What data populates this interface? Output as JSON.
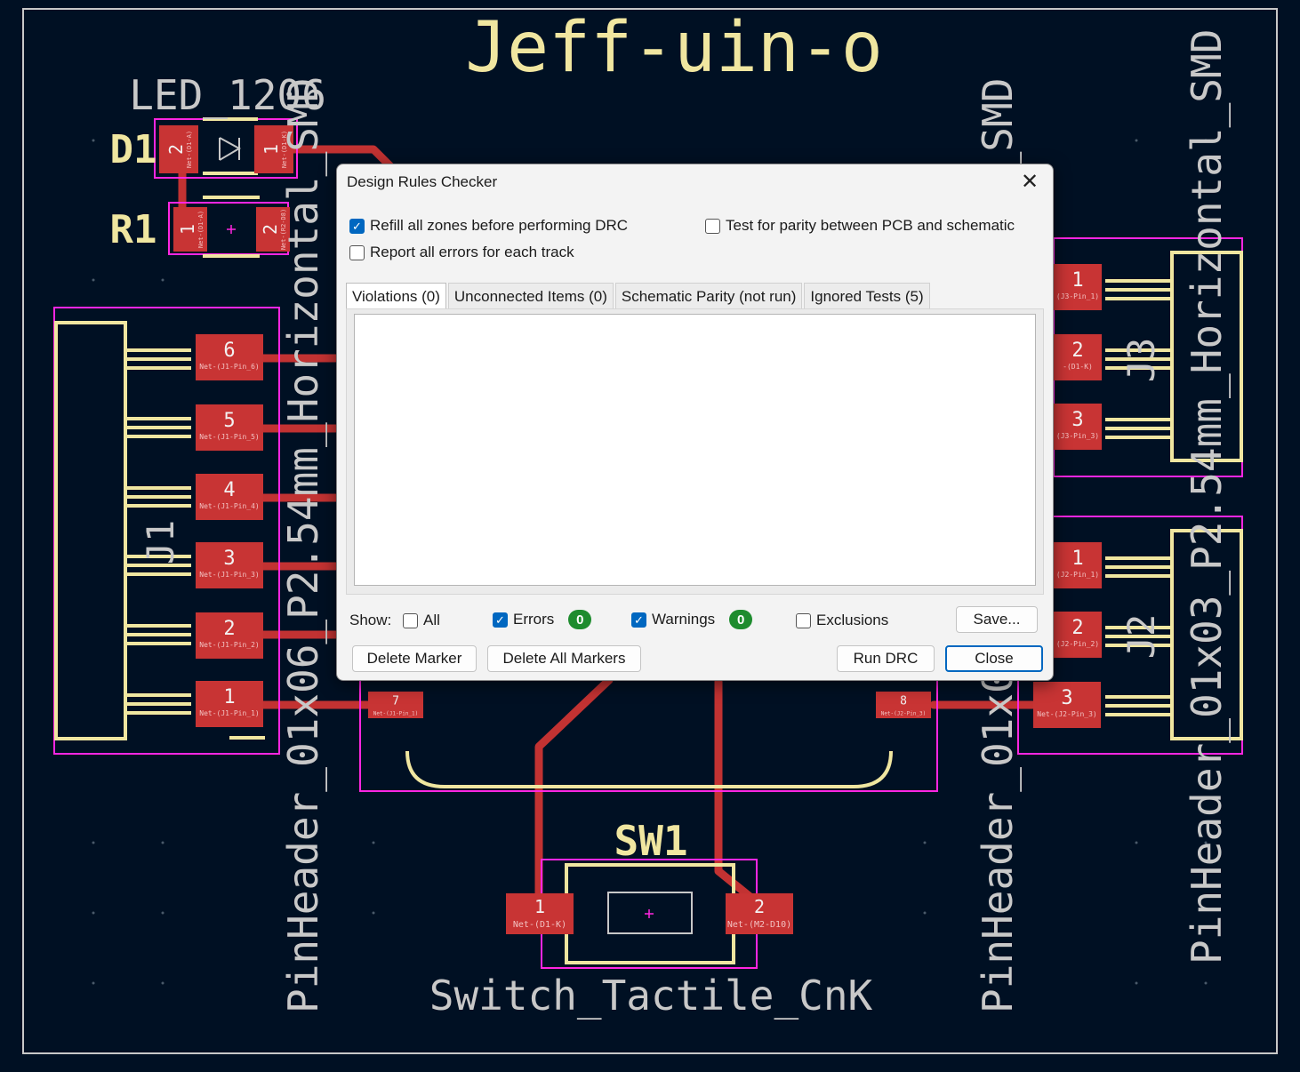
{
  "board": {
    "title": "Jeff-uin-o",
    "refs": {
      "d1": "D1",
      "r1": "R1",
      "j1": "J1",
      "j2": "J2",
      "j3": "J3",
      "sw1": "SW1"
    },
    "footprints": {
      "led": "LED_1206",
      "sw": "Switch_Tactile_CnK",
      "j1": "PinHeader_01x06_P2.54mm_Horizontal_SMD",
      "j2": "PinHeader_01x03_P2.54mm_Horizontal_SMD",
      "j3": "PinHeader_01x03_P2.54mm_Horizontal_SMD"
    },
    "pads": {
      "d1_1": "1",
      "d1_2": "2",
      "r1_1": "1",
      "r1_2": "2",
      "j1": [
        "6",
        "5",
        "4",
        "3",
        "2",
        "1"
      ],
      "j3": [
        "1",
        "2",
        "3"
      ],
      "j2": [
        "1",
        "2",
        "3"
      ],
      "sw_1": "1",
      "sw_2": "2",
      "p7": "7",
      "p8": "8"
    },
    "nets": {
      "d1_2": "Net-(D1-A)",
      "d1_1": "Net-(D1-K)",
      "r1_1": "Net-(D1-A)",
      "r1_2": "Net-(R2-D8)",
      "j1": [
        "Net-(J1-Pin_6)",
        "Net-(J1-Pin_5)",
        "Net-(J1-Pin_4)",
        "Net-(J1-Pin_3)",
        "Net-(J1-Pin_2)",
        "Net-(J1-Pin_1)"
      ],
      "j3": [
        "(J3-Pin_1)",
        "-(D1-K)",
        "(J3-Pin_3)"
      ],
      "j2": [
        "(J2-Pin_1)",
        "(J2-Pin_2)",
        "Net-(J2-Pin_3)"
      ],
      "sw_1": "Net-(D1-K)",
      "sw_2": "Net-(M2-D10)",
      "p7": "Net-(J1-Pin_1)",
      "p8": "Net-(J2-Pin_3)"
    }
  },
  "dialog": {
    "title": "Design Rules Checker",
    "close_glyph": "✕",
    "options": {
      "refill": "Refill all zones before performing DRC",
      "refill_checked": true,
      "report_all": "Report all errors for each track",
      "report_all_checked": false,
      "parity": "Test for parity between PCB and schematic",
      "parity_checked": false
    },
    "tabs": [
      {
        "label": "Violations (0)",
        "active": true
      },
      {
        "label": "Unconnected Items (0)",
        "active": false
      },
      {
        "label": "Schematic Parity (not run)",
        "active": false
      },
      {
        "label": "Ignored Tests (5)",
        "active": false
      }
    ],
    "show": {
      "label": "Show:",
      "all": "All",
      "all_checked": false,
      "errors": "Errors",
      "errors_checked": true,
      "errors_count": "0",
      "warnings": "Warnings",
      "warnings_checked": true,
      "warnings_count": "0",
      "exclusions": "Exclusions",
      "exclusions_checked": false
    },
    "buttons": {
      "save": "Save...",
      "delete_marker": "Delete Marker",
      "delete_all": "Delete All Markers",
      "run": "Run DRC",
      "close": "Close"
    },
    "colors": {
      "accent": "#0067c0",
      "badge": "#1e8c2e"
    }
  }
}
